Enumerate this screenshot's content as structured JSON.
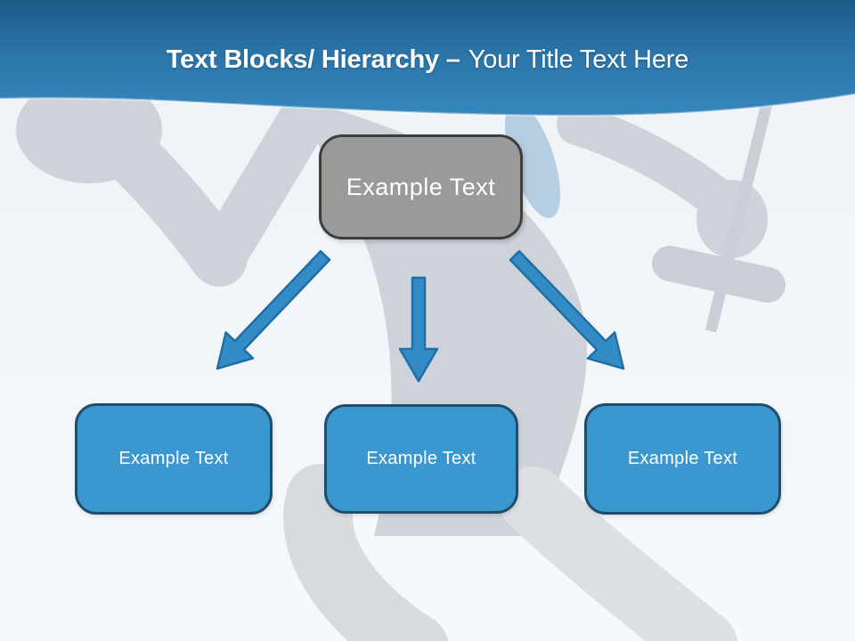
{
  "slide": {
    "header": {
      "title_bold": "Text Blocks/ Hierarchy –",
      "title_regular": "Your Title Text Here"
    },
    "diagram": {
      "root": {
        "label": "Example Text"
      },
      "children": [
        {
          "label": "Example Text"
        },
        {
          "label": "Example Text"
        },
        {
          "label": "Example Text"
        }
      ]
    },
    "background": {
      "image_name": "athlete-with-ball-and-dumbbell-silhouette"
    },
    "colors": {
      "header_gradient_top": "#1d5a89",
      "header_gradient_bottom": "#3687be",
      "root_fill": "#9a9a9a",
      "root_border": "#3d3d3d",
      "child_fill": "#3b97d0",
      "child_border": "#1f4e6d",
      "arrow_fill": "#348cc6",
      "arrow_border": "#1f6fa6",
      "text": "#ffffff",
      "silhouette_gray": "#cdd3d9"
    }
  }
}
